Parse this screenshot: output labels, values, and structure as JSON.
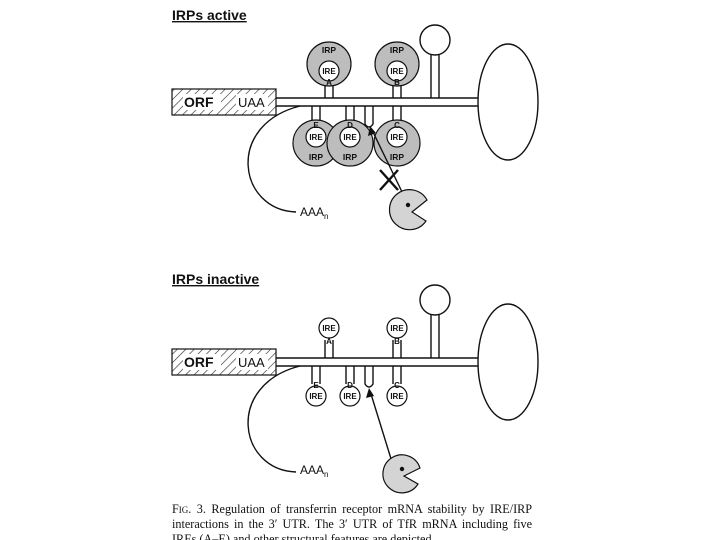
{
  "figure": {
    "panels": [
      {
        "title": "IRPs active",
        "orf_label": "ORF",
        "stop_codon": "UAA",
        "polya_base": "AAA",
        "polya_sub": "n",
        "ire_label": "IRE",
        "irp_label": "IRP",
        "ire_letters": [
          "A",
          "B",
          "C",
          "D",
          "E"
        ]
      },
      {
        "title": "IRPs inactive",
        "orf_label": "ORF",
        "stop_codon": "UAA",
        "polya_base": "AAA",
        "polya_sub": "n",
        "ire_label": "IRE",
        "ire_letters": [
          "A",
          "B",
          "C",
          "D",
          "E"
        ]
      }
    ],
    "colors": {
      "irp_fill": "#bdbdbd",
      "nuclease_fill": "#d4d4d4",
      "line": "#111111"
    }
  },
  "caption": {
    "fig_label": "Fig. 3.",
    "line1": "Regulation of transferrin receptor mRNA stability by",
    "line2": "IRE/IRP interactions in the 3′ UTR. The 3′ UTR of TfR mRNA",
    "line3": "including five IREs (A–E) and other structural features are depicted."
  }
}
